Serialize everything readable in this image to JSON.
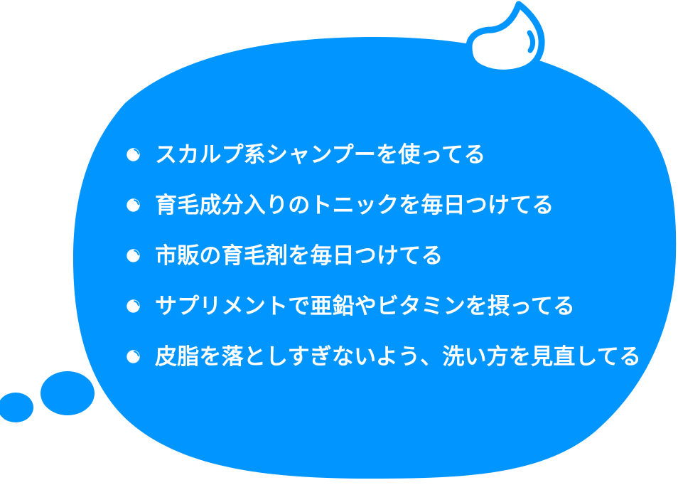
{
  "theme": {
    "bubble_fill": "#0095FF",
    "bubble_outline": "#0095FF",
    "text_color": "#FFFFFF",
    "page_background": "#FFFFFF"
  },
  "bubble": {
    "name": "thought-bubble",
    "tail_icon": "thought-droplet-icon",
    "trail_icons": [
      "thought-dot-large-icon",
      "thought-dot-small-icon"
    ]
  },
  "list": {
    "bullet_icon": "glossy-dot-bullet-icon",
    "items": [
      {
        "label": "スカルプ系シャンプーを使ってる"
      },
      {
        "label": "育毛成分入りのトニックを毎日つけてる"
      },
      {
        "label": "市販の育毛剤を毎日つけてる"
      },
      {
        "label": "サプリメントで亜鉛やビタミンを摂ってる"
      },
      {
        "label": "皮脂を落としすぎないよう、洗い方を見直してる"
      }
    ]
  }
}
